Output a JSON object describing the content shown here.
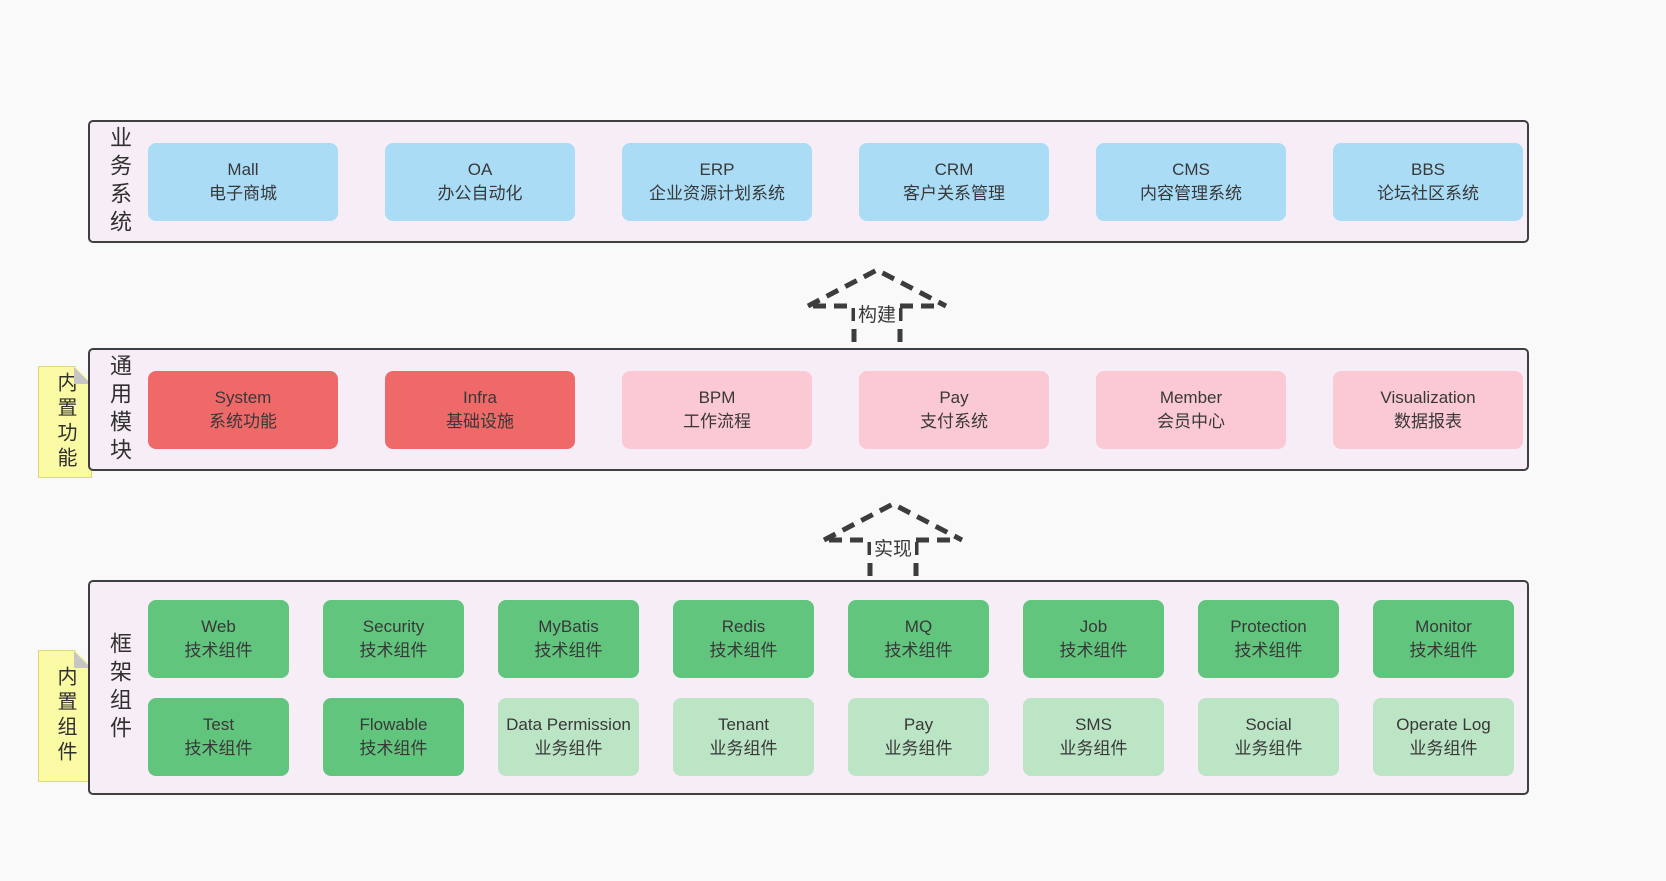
{
  "colors": {
    "page_bg": "#f9f9f9",
    "panel_bg": "#f7edf6",
    "panel_border": "#3f3f3f",
    "box_blue": "#aadcf6",
    "box_red": "#f06969",
    "box_pink": "#fbc9d4",
    "box_green": "#62c57e",
    "box_green_light": "#bce5c6",
    "note_yellow": "#fafaa5",
    "note_fold_gray": "#c6c6c6"
  },
  "arrows": [
    {
      "label": "构建"
    },
    {
      "label": "实现"
    }
  ],
  "sections": [
    {
      "label": "业务系统",
      "boxes": [
        {
          "title": "Mall",
          "subtitle": "电子商城"
        },
        {
          "title": "OA",
          "subtitle": "办公自动化"
        },
        {
          "title": "ERP",
          "subtitle": "企业资源计划系统"
        },
        {
          "title": "CRM",
          "subtitle": "客户关系管理"
        },
        {
          "title": "CMS",
          "subtitle": "内容管理系统"
        },
        {
          "title": "BBS",
          "subtitle": "论坛社区系统"
        }
      ]
    },
    {
      "label": "通用模块",
      "note": "内置功能",
      "boxes": [
        {
          "title": "System",
          "subtitle": "系统功能"
        },
        {
          "title": "Infra",
          "subtitle": "基础设施"
        },
        {
          "title": "BPM",
          "subtitle": "工作流程"
        },
        {
          "title": "Pay",
          "subtitle": "支付系统"
        },
        {
          "title": "Member",
          "subtitle": "会员中心"
        },
        {
          "title": "Visualization",
          "subtitle": "数据报表"
        }
      ]
    },
    {
      "label": "框架组件",
      "note": "内置组件",
      "rows": [
        [
          {
            "title": "Web",
            "subtitle": "技术组件"
          },
          {
            "title": "Security",
            "subtitle": "技术组件"
          },
          {
            "title": "MyBatis",
            "subtitle": "技术组件"
          },
          {
            "title": "Redis",
            "subtitle": "技术组件"
          },
          {
            "title": "MQ",
            "subtitle": "技术组件"
          },
          {
            "title": "Job",
            "subtitle": "技术组件"
          },
          {
            "title": "Protection",
            "subtitle": "技术组件"
          },
          {
            "title": "Monitor",
            "subtitle": "技术组件"
          }
        ],
        [
          {
            "title": "Test",
            "subtitle": "技术组件"
          },
          {
            "title": "Flowable",
            "subtitle": "技术组件"
          },
          {
            "title": "Data Permission",
            "subtitle": "业务组件"
          },
          {
            "title": "Tenant",
            "subtitle": "业务组件"
          },
          {
            "title": "Pay",
            "subtitle": "业务组件"
          },
          {
            "title": "SMS",
            "subtitle": "业务组件"
          },
          {
            "title": "Social",
            "subtitle": "业务组件"
          },
          {
            "title": "Operate Log",
            "subtitle": "业务组件"
          }
        ]
      ]
    }
  ]
}
